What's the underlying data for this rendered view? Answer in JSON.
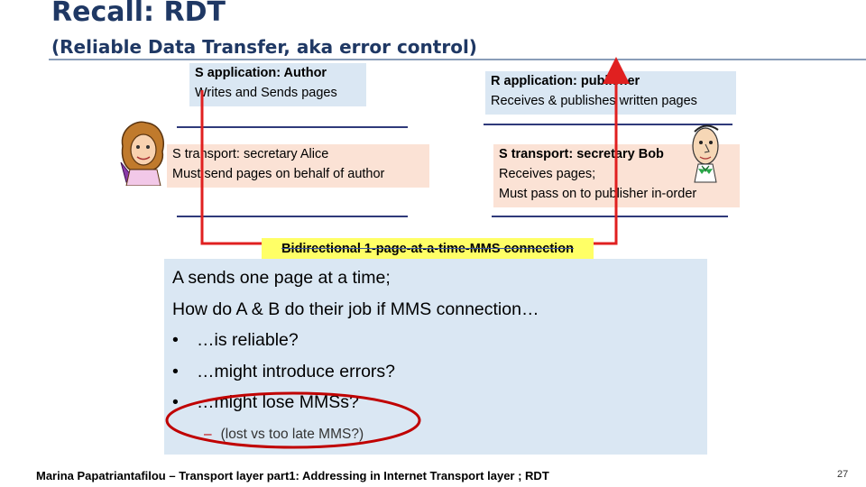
{
  "slide": {
    "title": "Recall: RDT",
    "subtitle": "(Reliable Data Transfer, aka error control)",
    "s_app": {
      "line1": "S application:  Author",
      "line2": "Writes and Sends pages"
    },
    "r_app": {
      "line1": "R application:  publisher",
      "line2": "Receives & publishes written pages"
    },
    "s_transport": {
      "line1": "S transport: secretary Alice",
      "line2": "Must send pages on behalf of author"
    },
    "r_transport": {
      "line1": "S transport: secretary Bob",
      "line2": "Receives  pages;",
      "line3": "Must pass on to publisher in-order"
    },
    "connection": "Bidirectional 1-page-at-a-time-MMS connection",
    "question": {
      "line1": "A sends one page at a time;",
      "line2": "How do A & B  do their job  if MMS connection…",
      "bullets": [
        "…is reliable?",
        "…might introduce errors?",
        "…might lose MMSs?"
      ],
      "bullet_char": "•",
      "sub_dash": "–",
      "sub": "(lost vs too late MMS?)"
    },
    "footer": "Marina Papatriantafilou –  Transport layer part1: Addressing in Internet Transport layer ; RDT",
    "page_number": "27"
  },
  "colors": {
    "title": "#1f3864",
    "box_blue": "#dae7f3",
    "box_peach": "#fbe2d5",
    "connection_highlight": "#ffff66",
    "path_red": "#e02020",
    "ellipse_red": "#c00000"
  },
  "icons": {
    "alice": "alice-cartoon-icon",
    "bob": "bob-cartoon-icon"
  }
}
